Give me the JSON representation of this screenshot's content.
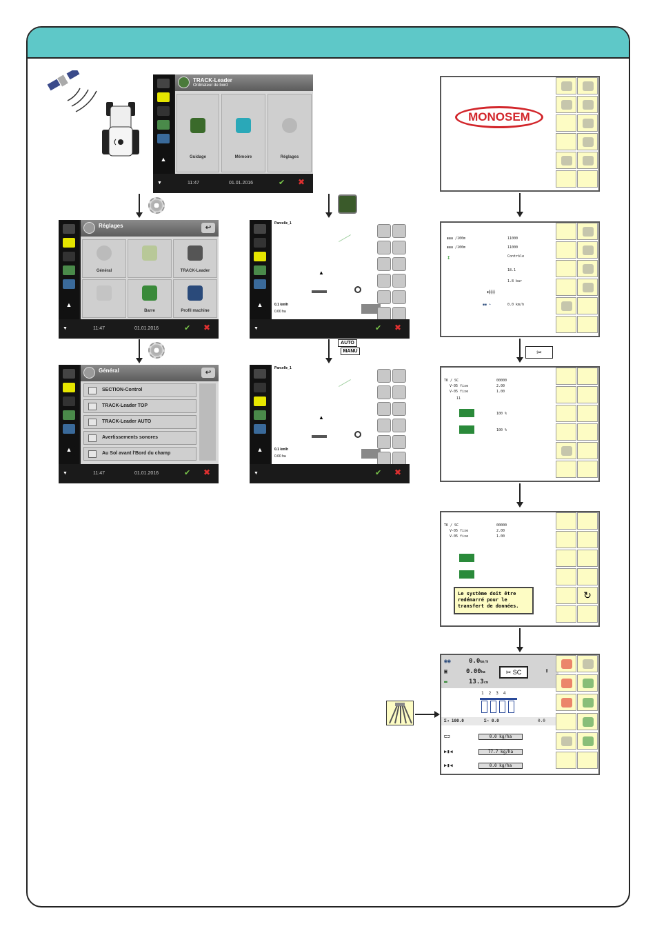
{
  "header": {
    "title": ""
  },
  "screens": {
    "home": {
      "title": "TRACK-Leader",
      "subtitle": "Ordinateur de bord",
      "tiles": [
        "Guidage",
        "Mémoire",
        "Réglages"
      ],
      "time": "11:47",
      "date": "01.01.2016"
    },
    "settings": {
      "title": "Réglages",
      "tiles": [
        "Général",
        "",
        "TRACK-Leader",
        "",
        "Barre",
        "Profil machine"
      ],
      "time": "11:47",
      "date": "01.01.2016"
    },
    "general": {
      "title": "Général",
      "rows": [
        "SECTION-Control",
        "TRACK-Leader TOP",
        "TRACK-Leader AUTO",
        "Avertissements sonores",
        "Au Sol avant l'Bord du champ"
      ],
      "time": "11:47",
      "date": "01.01.2016"
    },
    "guidance1": {
      "field": "Parcelle_1",
      "speed": "0.1 km/h",
      "area": "0.00 ha"
    },
    "guidance2": {
      "field": "Parcelle_1",
      "speed": "0.1 km/h",
      "area": "0.00 ha"
    }
  },
  "badges": {
    "auto": "AUTO",
    "manu": "MANU"
  },
  "monitor": {
    "brand": "MONOSEM",
    "params": {
      "l1_unit": "/100m",
      "l2_unit": "/100m",
      "v1": "11000",
      "v2": "11000",
      "v3": "Contrôle",
      "r1": "18.1",
      "r2": "1.8 bar",
      "r3": "0.0 km/h"
    },
    "setup": {
      "tk": "TK / SC",
      "l1": "V-05 fixe",
      "l2": "V-05 fixe",
      "num": "00000",
      "a": "2.00",
      "b": "1.00",
      "c": "11",
      "d": "100 %",
      "e": "100 %"
    },
    "message": "Le système doit être redémarré pour le transfert de données.",
    "work": {
      "speed": "0.0",
      "speed_unit": "km/h",
      "rate": "0.00",
      "rate_unit": "ha",
      "dist": "13.3",
      "dist_unit": "cm",
      "mode": "SC",
      "row_nums": [
        "1",
        "2",
        "3",
        "4"
      ],
      "total1": "100.0",
      "total2": "0.0",
      "total3": "0.0",
      "hopper1": "0.0 kg/ha",
      "hopper2": "77.7 kg/ha",
      "hopper3": "0.0 kg/ha"
    }
  },
  "colors": {
    "header": "#5ec8c8",
    "monitor_key": "#fdfcc4",
    "brand_red": "#d2262b",
    "active": "#e6e600"
  }
}
